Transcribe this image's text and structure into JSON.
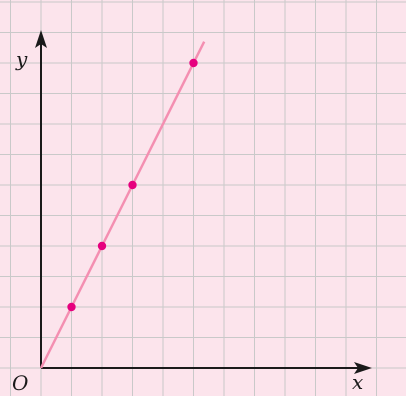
{
  "colors": {
    "background": "#fce4ec",
    "grid": "#c9c9c9",
    "axis": "#1a1a1a",
    "line": "#f48fb1",
    "point": "#e6007e"
  },
  "chart_data": {
    "type": "scatter",
    "title": "",
    "xlabel": "x",
    "ylabel": "y",
    "origin_label": "O",
    "grid": true,
    "xlim": [
      0,
      11
    ],
    "ylim": [
      0,
      11
    ],
    "points": [
      {
        "x": 1,
        "y": 2
      },
      {
        "x": 2,
        "y": 4
      },
      {
        "x": 3,
        "y": 6
      },
      {
        "x": 5,
        "y": 10
      }
    ],
    "line": {
      "slope": 2,
      "intercept": 0,
      "x_start": 0,
      "x_end": 5.35
    }
  }
}
